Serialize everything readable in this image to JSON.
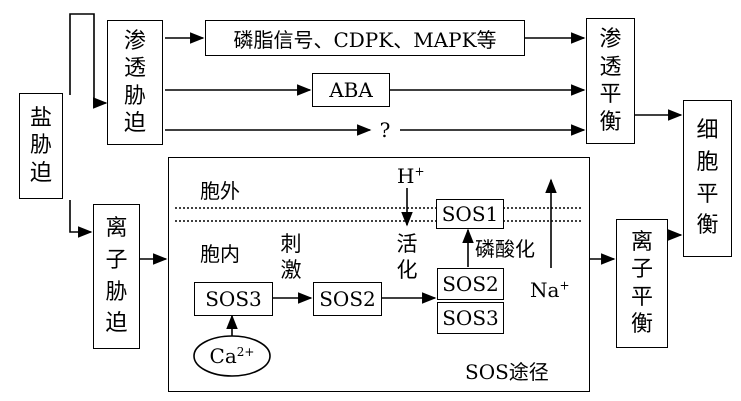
{
  "boxes": {
    "salt_stress": [
      "盐",
      "胁",
      "迫"
    ],
    "osmotic_stress": [
      "渗",
      "透",
      "胁",
      "迫"
    ],
    "ion_stress": [
      "离",
      "子",
      "胁",
      "迫"
    ],
    "osmotic_balance": [
      "渗",
      "透",
      "平",
      "衡"
    ],
    "ion_balance": [
      "离",
      "子",
      "平",
      "衡"
    ],
    "cell_balance": [
      "细",
      "胞",
      "平",
      "衡"
    ]
  },
  "signals": {
    "phospholipid": "磷脂信号、CDPK、MAPK等",
    "aba": "ABA",
    "unknown": "?"
  },
  "sos": {
    "outside": "胞外",
    "inside": "胞内",
    "sos1": "SOS1",
    "sos2_left": "SOS2",
    "sos2_right": "SOS2",
    "sos3_left": "SOS3",
    "sos3_right": "SOS3",
    "ca": "Ca",
    "ca_sup": "2+",
    "h": "H",
    "h_sup": "+",
    "na": "Na",
    "na_sup": "+",
    "stimulate": [
      "刺",
      "激"
    ],
    "activate": [
      "活",
      "化"
    ],
    "phosphorylate": "磷酸化",
    "pathway_label": "SOS途径"
  }
}
